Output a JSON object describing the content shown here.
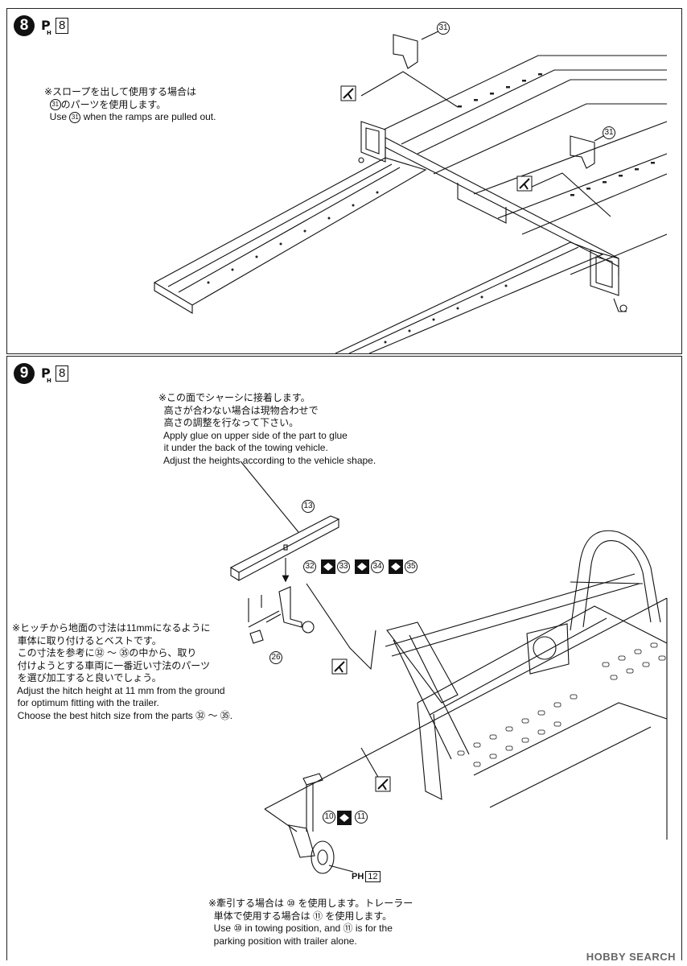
{
  "step8": {
    "number": "8",
    "paint_ref": "8",
    "note_jp_1": "※スロープを出して使用する場合は",
    "note_jp_2_suffix": "のパーツを使用します。",
    "note_en_prefix": "Use ",
    "note_en_suffix": " when the ramps are pulled out.",
    "part": "31",
    "part_callouts": [
      "31",
      "31"
    ]
  },
  "step9": {
    "number": "9",
    "paint_ref": "8",
    "glue_note": [
      "※この面でシャーシに接着します。",
      "  高さが合わない場合は現物合わせで",
      "  高さの調整を行なって下さい。",
      "  Apply glue on upper side of the part to glue",
      "  it under the back of the towing vehicle.",
      "  Adjust the heights according to the vehicle shape."
    ],
    "hitch_note": [
      "※ヒッチから地面の寸法は11mmになるように",
      "  車体に取り付けるとベストです。",
      "  この寸法を参考に㉜ ～ ㉟の中から、取り",
      "  付けようとする車両に一番近い寸法のパーツ",
      "  を選び加工すると良いでしょう。",
      "  Adjust the hitch height at 11 mm from the ground",
      "  for optimum fitting with the trailer.",
      "  Choose the best hitch size from the parts ㉜ ～ ㉟."
    ],
    "tow_note": [
      "※牽引する場合は ⑩ を使用します。トレーラー",
      "  単体で使用する場合は ⑪ を使用します。",
      "  Use ⑩ in towing position, and ⑪ is for the",
      "  parking position with trailer alone."
    ],
    "parts": {
      "beam": "13",
      "hitch": "32",
      "alt1": "33",
      "alt2": "34",
      "alt3": "35",
      "clip": "26",
      "jack": "10",
      "jack_alt": "11"
    },
    "ph_ref_prefix": "PH",
    "ph_ref_num": "12"
  },
  "watermark": "HOBBY SEARCH"
}
